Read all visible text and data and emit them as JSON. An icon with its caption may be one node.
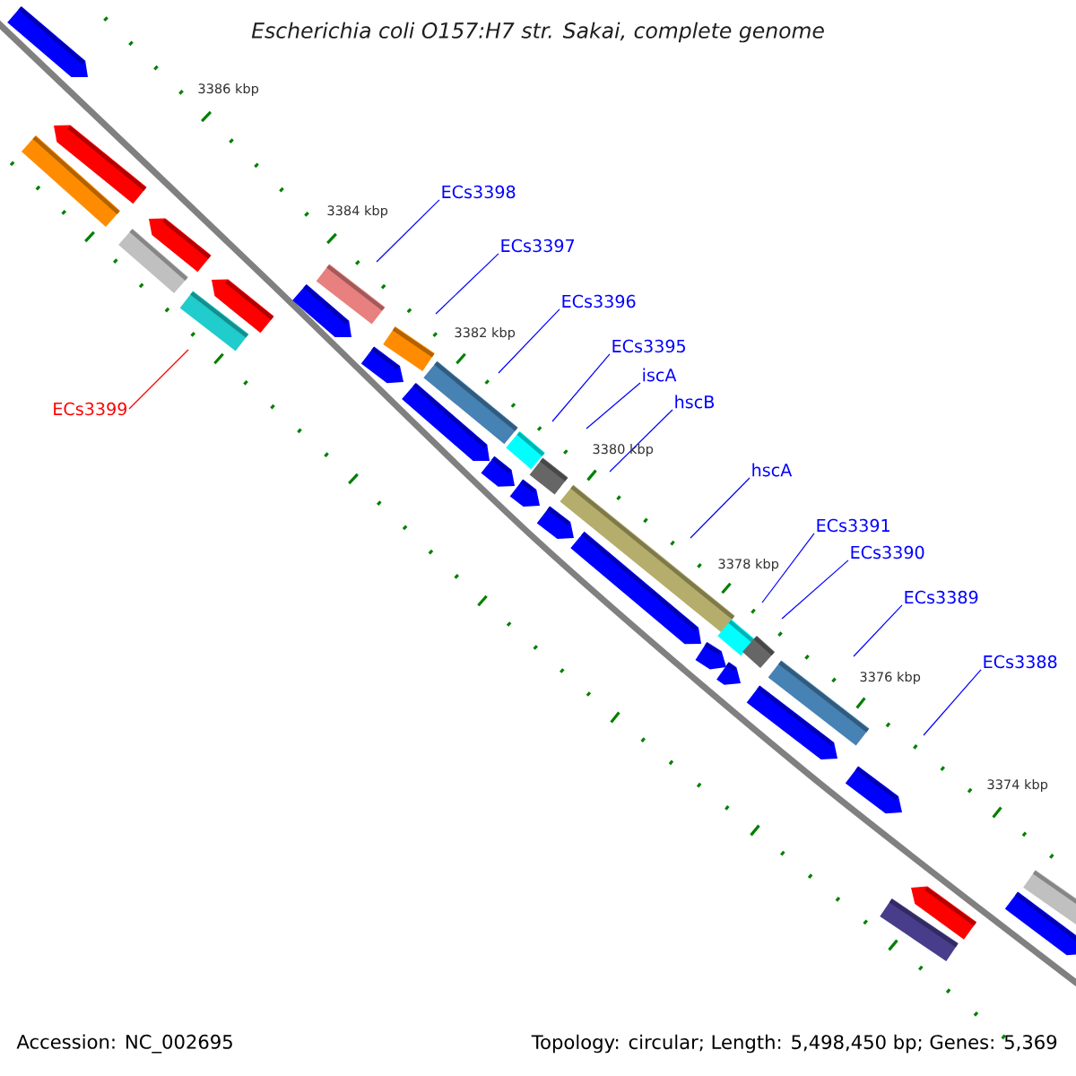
{
  "diagram": {
    "title": "Escherichia coli O157:H7 str. Sakai, complete genome",
    "nodes": [
      {
        "text": [
          "ECs3398"
        ]
      },
      {
        "text": [
          "ECs3397"
        ]
      },
      {
        "text": [
          "ECs3396"
        ]
      },
      {
        "text": [
          "ECs3395"
        ]
      },
      {
        "text": [
          "iscA"
        ]
      },
      {
        "text": [
          "hscB"
        ]
      },
      {
        "text": [
          "ECs3399"
        ]
      },
      {
        "text": [
          "hscA"
        ]
      },
      {
        "text": [
          "ECs3391"
        ]
      },
      {
        "text": [
          "ECs3390"
        ]
      },
      {
        "text": [
          "ECs3389"
        ]
      },
      {
        "text": [
          "ECs3388"
        ]
      }
    ],
    "edges": [
      {
        "from": 0,
        "to": null,
        "arrow": "none"
      },
      {
        "from": 1,
        "to": null,
        "arrow": "none"
      },
      {
        "from": 2,
        "to": null,
        "arrow": "none"
      },
      {
        "from": 3,
        "to": null,
        "arrow": "none"
      },
      {
        "from": 4,
        "to": null,
        "arrow": "none"
      },
      {
        "from": 5,
        "to": null,
        "arrow": "none"
      },
      {
        "from": 6,
        "to": null,
        "arrow": "none",
        "color": "#ff0000"
      },
      {
        "from": 7,
        "to": null,
        "arrow": "none"
      },
      {
        "from": 8,
        "to": null,
        "arrow": "none"
      },
      {
        "from": 9,
        "to": null,
        "arrow": "none"
      },
      {
        "from": 10,
        "to": null,
        "arrow": "none"
      },
      {
        "from": 11,
        "to": null,
        "arrow": "none"
      }
    ],
    "labels": [
      "3386 kbp",
      "3384 kbp",
      "3382 kbp",
      "3380 kbp",
      "3378 kbp",
      "3376 kbp",
      "3374 kbp",
      "Accession: NC_002695",
      "Topology: circular; Length: 5,498,450 bp; Genes: 5,369"
    ]
  }
}
